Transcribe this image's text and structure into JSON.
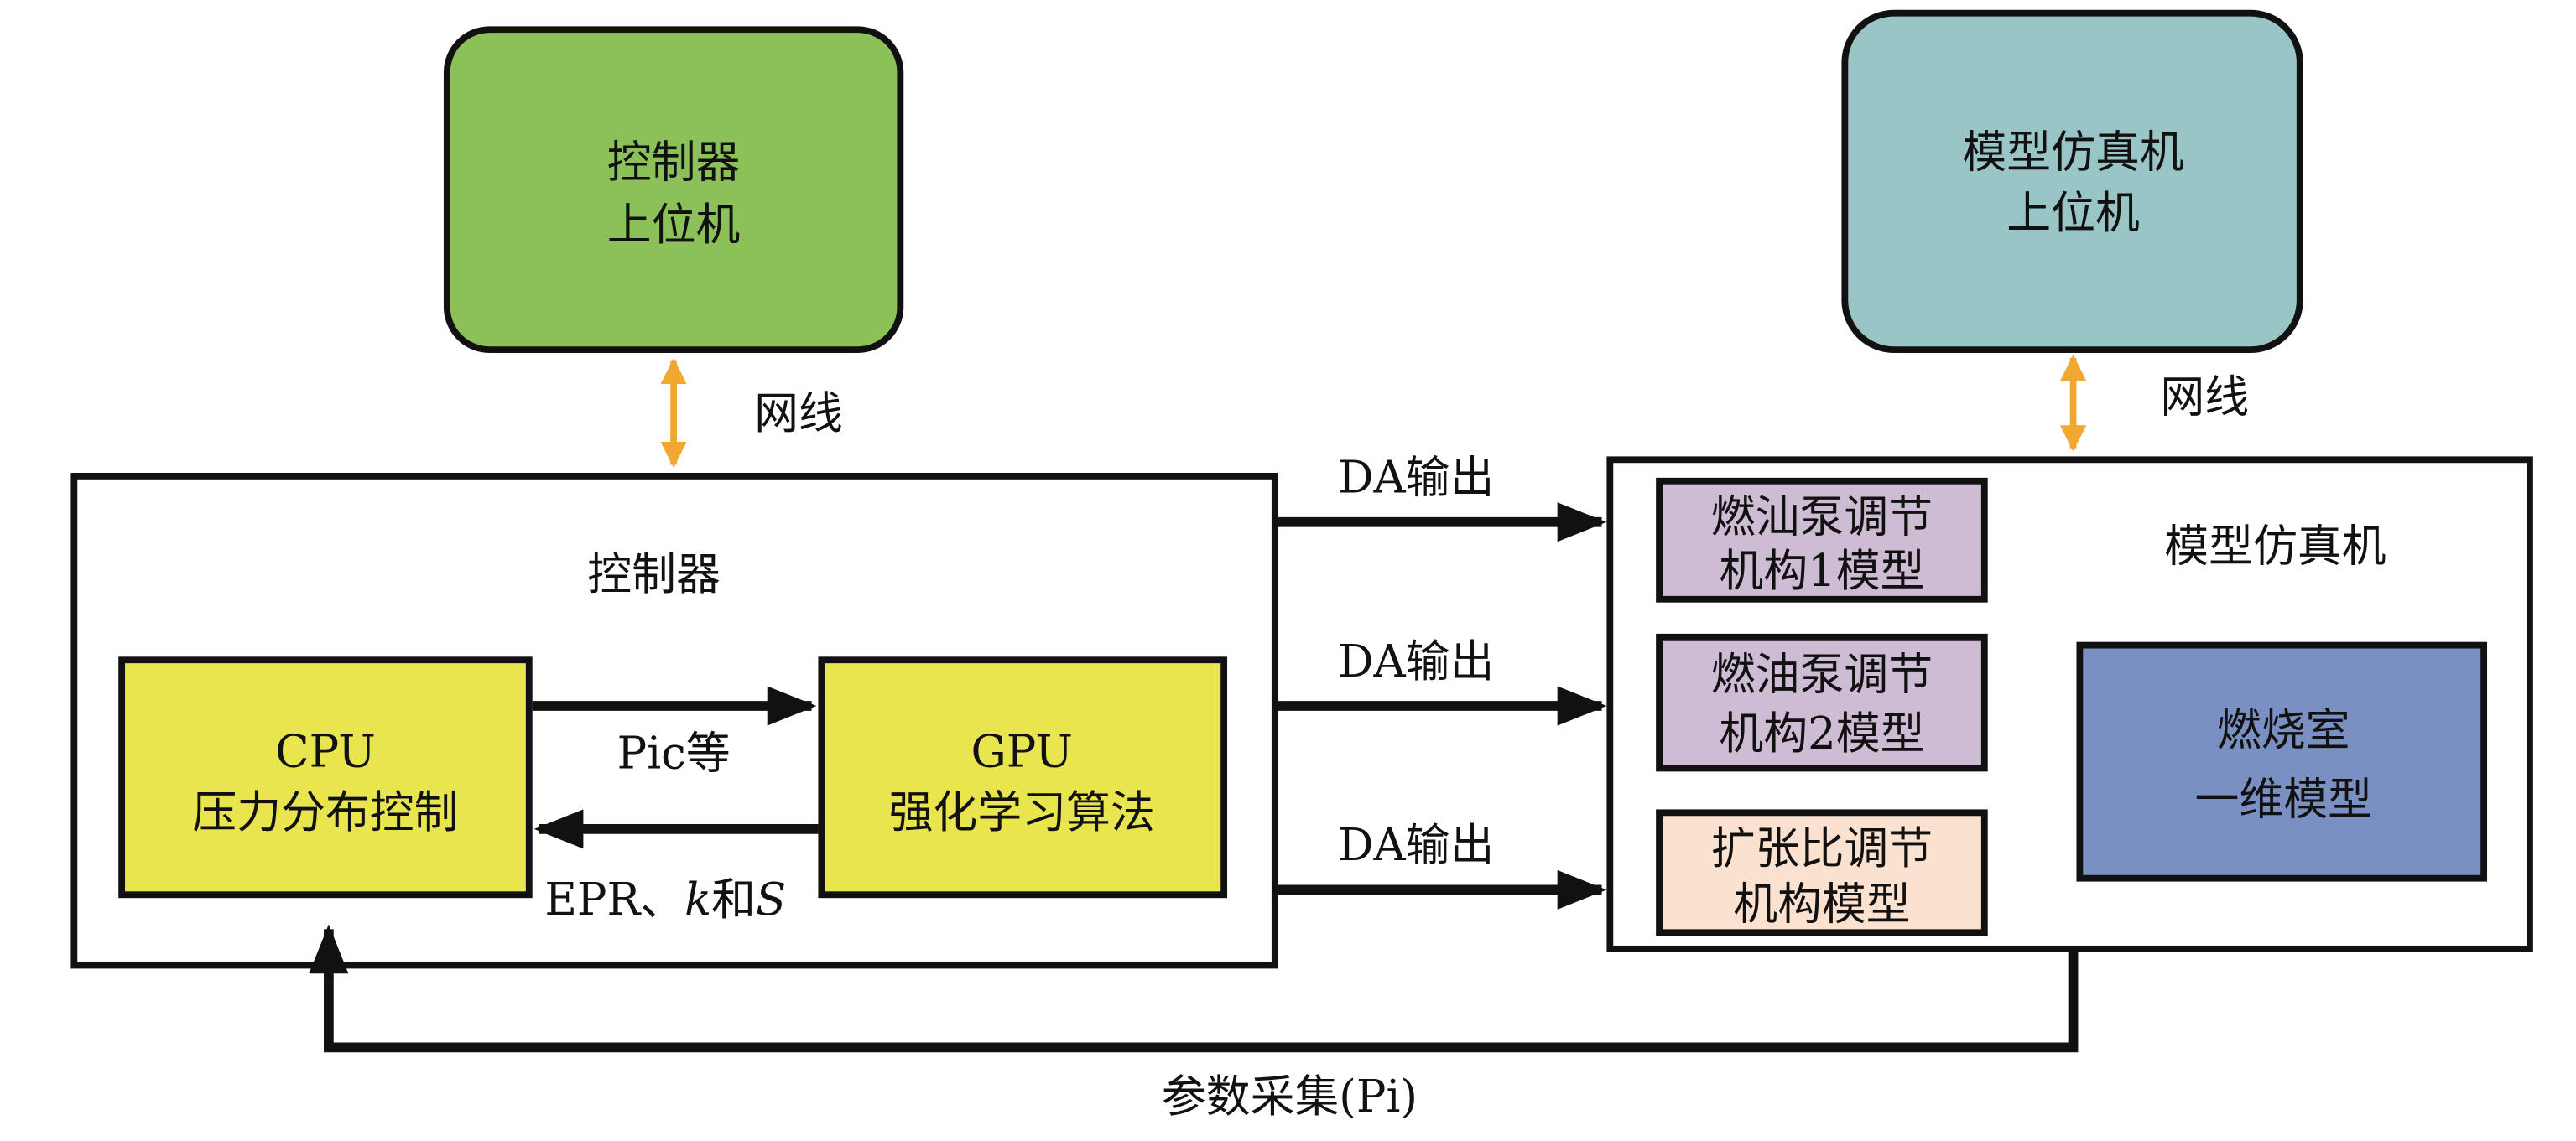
{
  "colors": {
    "controller_host": "#8cc059",
    "sim_host": "#9ac5c7",
    "processor": "#e8e54e",
    "pump_model": "#cdbcd4",
    "nozzle_model": "#fbe1cf",
    "combustor": "#7a8fc2",
    "network_arrow": "#f0a830"
  },
  "controller_host": {
    "line1": "控制器",
    "line2": "上位机"
  },
  "sim_host": {
    "line1": "模型仿真机",
    "line2": "上位机"
  },
  "network_label_left": "网线",
  "network_label_right": "网线",
  "controller": {
    "title": "控制器",
    "cpu": {
      "line1": "CPU",
      "line2": "压力分布控制"
    },
    "gpu": {
      "line1": "GPU",
      "line2": "强化学习算法"
    },
    "cpu_to_gpu": "Pic等",
    "gpu_to_cpu": {
      "a": "EPR、",
      "k": "k",
      "b": "和",
      "s": "S"
    }
  },
  "da_outputs": [
    "DA输出",
    "DA输出",
    "DA输出"
  ],
  "simulator": {
    "title": "模型仿真机",
    "pump1": {
      "line1": "燃汕泵调节",
      "line2": "机构1模型"
    },
    "pump2": {
      "line1": "燃油泵调节",
      "line2": "机构2模型"
    },
    "nozzle": {
      "line1": "扩张比调节",
      "line2": "机构模型"
    },
    "combustor": {
      "line1": "燃烧室",
      "line2": "一维模型"
    }
  },
  "feedback_label": "参数采集(Pi)"
}
